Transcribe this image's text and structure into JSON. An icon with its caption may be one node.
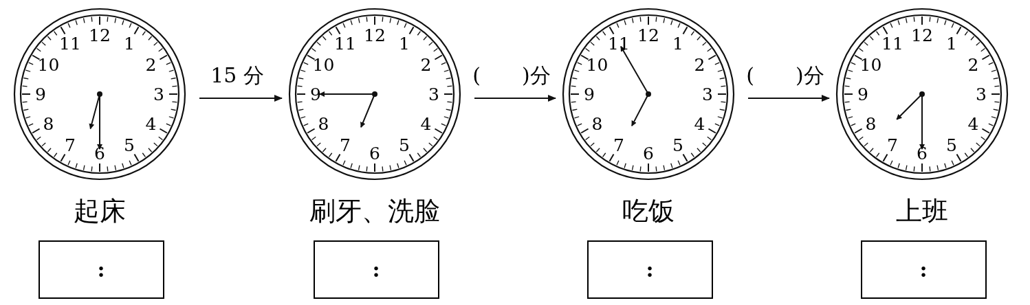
{
  "diagram": {
    "nodes": [
      {
        "text": [
          "12",
          "1",
          "2",
          "3",
          "4",
          "5",
          "6",
          "7",
          "8",
          "9",
          "10",
          "11"
        ],
        "beside": [
          "起床"
        ]
      },
      {
        "text": [
          "12",
          "1",
          "2",
          "3",
          "4",
          "5",
          "6",
          "7",
          "8",
          "9",
          "10",
          "11"
        ],
        "beside": [
          "刷牙、洗脸"
        ]
      },
      {
        "text": [
          "12",
          "1",
          "2",
          "3",
          "4",
          "5",
          "6",
          "7",
          "8",
          "9",
          "10",
          "11"
        ],
        "beside": [
          "吃饭"
        ]
      },
      {
        "text": [
          "12",
          "1",
          "2",
          "3",
          "4",
          "5",
          "6",
          "7",
          "8",
          "9",
          "10",
          "11"
        ],
        "beside": [
          "上班"
        ]
      },
      {
        "text": [
          ":"
        ]
      },
      {
        "text": [
          ":"
        ]
      },
      {
        "text": [
          ":"
        ]
      },
      {
        "text": [
          ":"
        ]
      }
    ],
    "edges": [
      {
        "from": 0,
        "to": 1,
        "arrow": "to",
        "label": "15 分"
      },
      {
        "from": 1,
        "to": 2,
        "arrow": "to",
        "label": "(　　)分"
      },
      {
        "from": 2,
        "to": 3,
        "arrow": "to",
        "label": "(　　)分"
      }
    ]
  }
}
